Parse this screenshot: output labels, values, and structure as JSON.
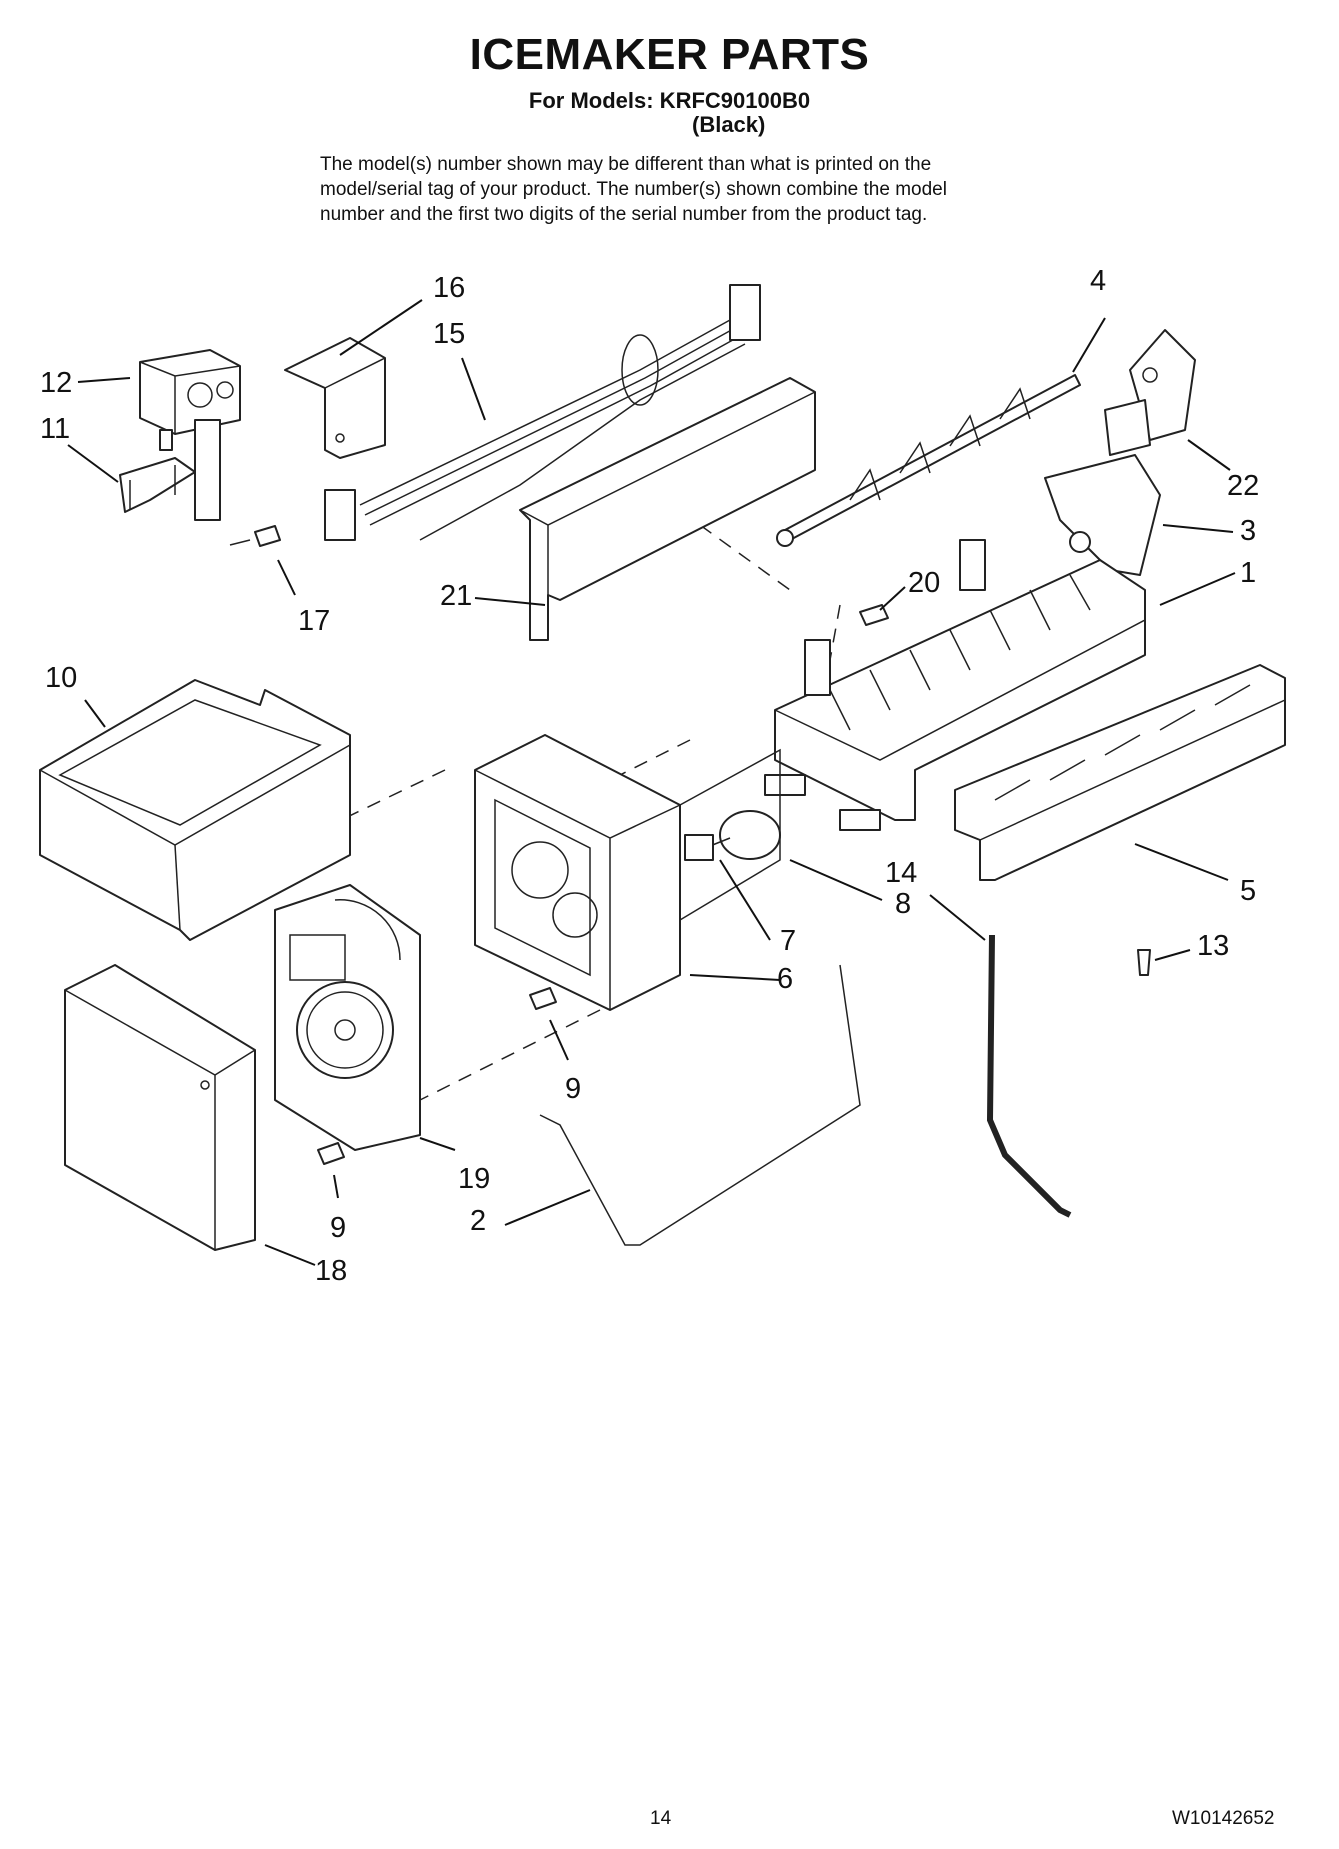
{
  "header": {
    "title": "ICEMAKER PARTS",
    "models": "For Models: KRFC90100B0",
    "variant": "(Black)",
    "note_lines": [
      "The model(s) number shown may be different than what is printed on the",
      "model/serial tag of your product. The number(s) shown combine the model",
      "number and the first two digits of the serial number from the product tag."
    ]
  },
  "callouts": {
    "c1": "1",
    "c2": "2",
    "c3": "3",
    "c4": "4",
    "c5": "5",
    "c6": "6",
    "c7": "7",
    "c8": "8",
    "c9a": "9",
    "c9b": "9",
    "c10": "10",
    "c11": "11",
    "c12": "12",
    "c13": "13",
    "c14": "14",
    "c15": "15",
    "c16": "16",
    "c17": "17",
    "c18": "18",
    "c19": "19",
    "c20": "20",
    "c21": "21",
    "c22": "22"
  },
  "footer": {
    "page_number": "14",
    "document_number": "W10142652"
  }
}
